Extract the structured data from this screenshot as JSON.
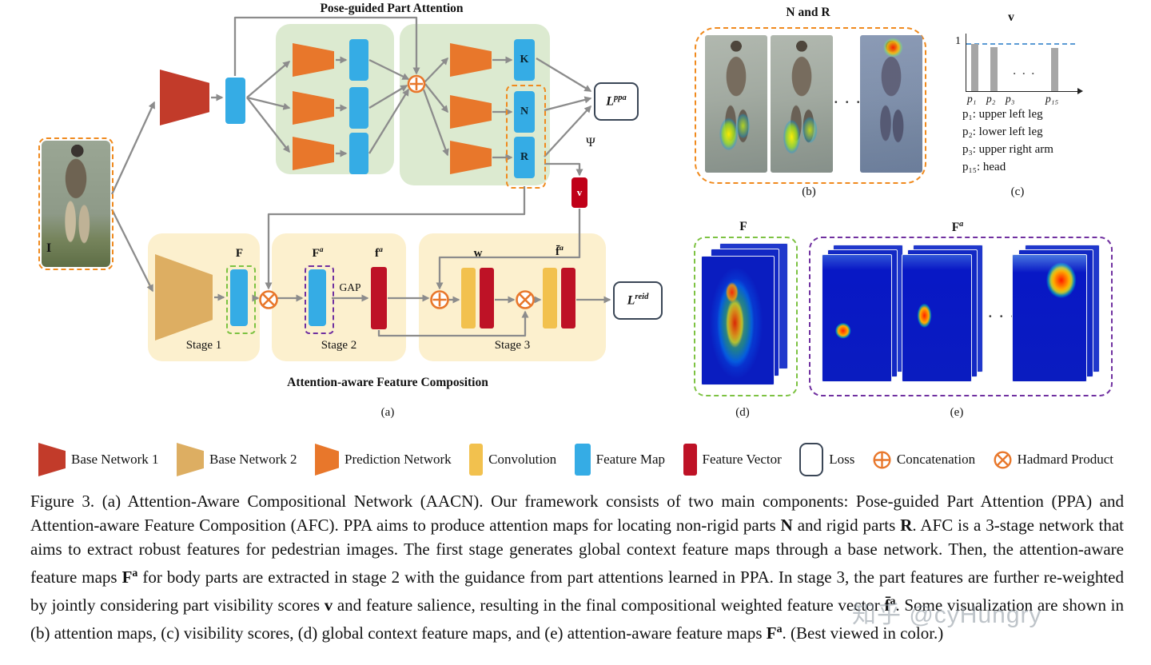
{
  "panel_a": {
    "ppa_title": "Pose-guided Part Attention",
    "afc_title": "Attention-aware Feature Composition",
    "panel_label": "(a)",
    "input_label": "I",
    "k_label": "K",
    "n_label": "N",
    "r_label": "R",
    "psi_label": "Ψ",
    "v_label": "v",
    "gap_label": "GAP",
    "w_label": "w",
    "f_label": "F",
    "fa_label_base": "F",
    "fa_label_sup": "a",
    "fvec_label_base": "f",
    "fvec_label_sup": "a",
    "fbar_label_base": "f̄",
    "fbar_label_sup": "a",
    "loss_ppa_base": "L",
    "loss_ppa_sup": "ppa",
    "loss_reid_base": "L",
    "loss_reid_sup": "reid",
    "stage1_label": "Stage 1",
    "stage2_label": "Stage 2",
    "stage3_label": "Stage 3"
  },
  "panel_b": {
    "title_n": "N",
    "title_and": " and ",
    "title_r": "R",
    "panel_label": "(b)",
    "dots": "· · ·"
  },
  "panel_c": {
    "title": "v",
    "panel_label": "(c)",
    "ytick": "1",
    "dots": "· · ·",
    "xtick_labels": [
      "p₁",
      "p₂",
      "p₃",
      "p₁₅"
    ],
    "legend_lines": [
      "p₁: upper left leg",
      "p₂: lower left leg",
      "p₃: upper right arm",
      "p₁₅: head"
    ]
  },
  "panel_d": {
    "title": "F",
    "panel_label": "(d)"
  },
  "panel_e": {
    "title_base": "F",
    "title_sup": "a",
    "panel_label": "(e)",
    "dots": "· · ·"
  },
  "legend_row": {
    "items": [
      {
        "shape": "trapezoid",
        "color": "#C23B2A",
        "label": "Base Network 1"
      },
      {
        "shape": "trapezoid",
        "color": "#DDAE62",
        "label": "Base Network 2"
      },
      {
        "shape": "trapezoid",
        "color": "#E8772B",
        "label": "Prediction Network"
      },
      {
        "shape": "rect",
        "color": "#F2C14E",
        "label": "Convolution"
      },
      {
        "shape": "rect",
        "color": "#35ACE5",
        "label": "Feature Map"
      },
      {
        "shape": "rect",
        "color": "#BE1226",
        "label": "Feature Vector"
      },
      {
        "shape": "loss-box",
        "color": "#FFFFFF",
        "label": "Loss"
      },
      {
        "shape": "oplus",
        "color": "#E8772B",
        "label": "Concatenation"
      },
      {
        "shape": "otimes",
        "color": "#E8772B",
        "label": "Hadmard Product"
      }
    ]
  },
  "colors": {
    "base_network_1": "#C23B2A",
    "base_network_2": "#DDAE62",
    "prediction_network": "#E8772B",
    "convolution": "#F2C14E",
    "feature_map": "#35ACE5",
    "feature_vector": "#BE1226",
    "ppa_panel_bg": "#DCEAD0",
    "afc_panel_bg": "#FCF0CE",
    "orange_dashed": "#F08A1E",
    "green_dashed": "#7DC242",
    "purple_dashed": "#7030A0",
    "arrow_gray": "#8C8C8C",
    "ref_line_blue": "#5B9BD5"
  },
  "chart_data": {
    "type": "bar",
    "title": "v",
    "categories": [
      "p1",
      "p2",
      "p3",
      "p15"
    ],
    "values": [
      1.0,
      0.93,
      0,
      0.92
    ],
    "ylim": [
      0,
      1
    ],
    "ytick_labels": [
      "1"
    ],
    "reference_line": {
      "y": 1,
      "style": "dashed",
      "color": "#5B9BD5"
    },
    "note": "bars between p3 and p15 omitted with ellipsis",
    "annotations": [
      "p1: upper left leg",
      "p2: lower left leg",
      "p3: upper right arm",
      "p15: head"
    ]
  },
  "caption_segments": [
    {
      "t": "Figure 3. (a) Attention-Aware Compositional Network (AACN). Our framework consists of two main components: Pose-guided Part Attention (PPA) and Attention-aware Feature Composition (AFC). PPA aims to produce attention maps for locating non-rigid parts "
    },
    {
      "t": "N",
      "b": true
    },
    {
      "t": " and rigid parts "
    },
    {
      "t": "R",
      "b": true
    },
    {
      "t": ". AFC is a 3-stage network that aims to extract robust features for pedestrian images. The first stage generates global context feature maps through a base network. Then, the attention-aware feature maps "
    },
    {
      "t": "F",
      "b": true
    },
    {
      "t": "a",
      "b": true,
      "sup": true
    },
    {
      "t": " for body parts are extracted in stage 2 with the guidance from part attentions learned in PPA. In stage 3, the part features are further re-weighted by jointly considering part visibility scores "
    },
    {
      "t": "v",
      "b": true
    },
    {
      "t": " and feature salience, resulting in the final compositional weighted feature vector "
    },
    {
      "t": "f̄",
      "b": true
    },
    {
      "t": "a",
      "b": true,
      "sup": true
    },
    {
      "t": ". Some visualization are shown in (b) attention maps, (c) visibility scores, (d) global context feature maps, and (e) attention-aware feature maps "
    },
    {
      "t": "F",
      "b": true
    },
    {
      "t": "a",
      "b": true,
      "sup": true
    },
    {
      "t": ". (Best viewed in color.)"
    }
  ],
  "watermark": "知乎 @cyHungry"
}
